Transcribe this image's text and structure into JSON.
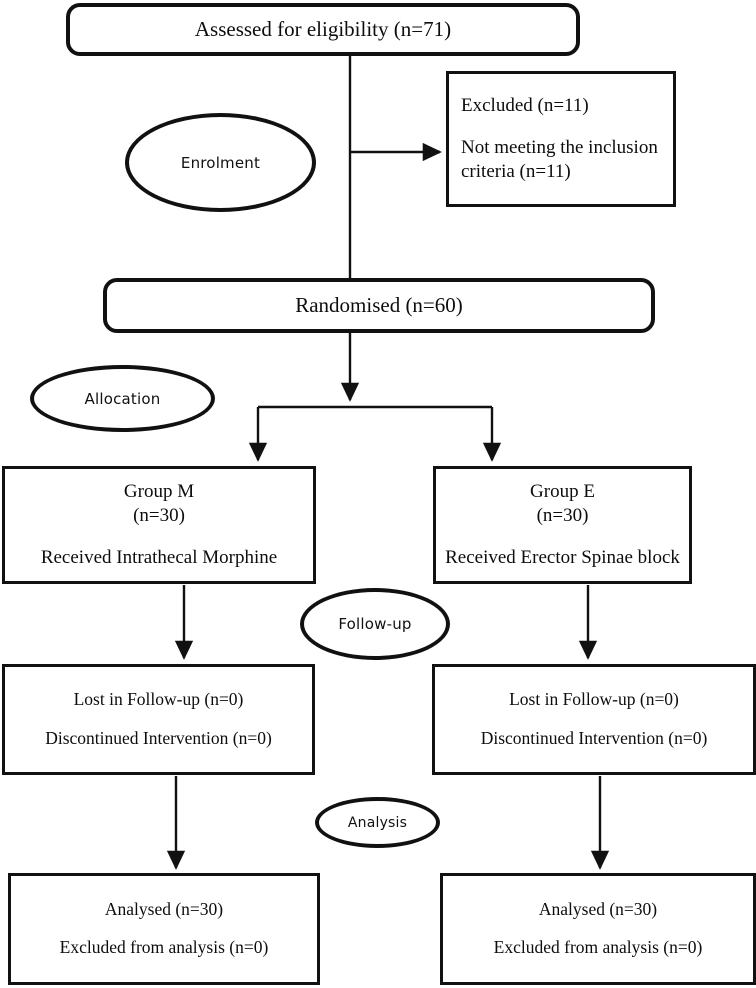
{
  "diagram": {
    "title": "CONSORT participant flow diagram",
    "type": "flowchart",
    "stroke_color": "#111111",
    "background_color": "#ffffff",
    "stages": [
      {
        "key": "enrolment",
        "label": "Enrolment"
      },
      {
        "key": "allocation",
        "label": "Allocation"
      },
      {
        "key": "followup",
        "label": "Follow-up"
      },
      {
        "key": "analysis",
        "label": "Analysis"
      }
    ]
  },
  "nodes": {
    "assessed": {
      "line1": "Assessed for eligibility (n=71)"
    },
    "excluded": {
      "line1": "Excluded (n=11)",
      "line2": "Not meeting the inclusion",
      "line3": "criteria (n=11)"
    },
    "randomised": {
      "line1": "Randomised (n=60)"
    },
    "group_m": {
      "line1": "Group M",
      "line2": "(n=30)",
      "line3": "Received Intrathecal Morphine"
    },
    "group_e": {
      "line1": "Group E",
      "line2": "(n=30)",
      "line3": "Received Erector Spinae block"
    },
    "lost_left": {
      "line1": "Lost in Follow-up (n=0)",
      "line2": "Discontinued Intervention (n=0)"
    },
    "lost_right": {
      "line1": "Lost in Follow-up (n=0)",
      "line2": "Discontinued Intervention (n=0)"
    },
    "analysed_left": {
      "line1": "Analysed (n=30)",
      "line2": "Excluded from analysis (n=0)"
    },
    "analysed_right": {
      "line1": "Analysed (n=30)",
      "line2": "Excluded from analysis (n=0)"
    }
  },
  "stage_labels": {
    "enrolment": "Enrolment",
    "allocation": "Allocation",
    "followup": "Follow-up",
    "analysis": "Analysis"
  },
  "chart_data": {
    "type": "flow",
    "title": "CONSORT participant flow diagram",
    "counts": {
      "assessed_for_eligibility": 71,
      "excluded_total": 11,
      "excluded_not_meeting_inclusion_criteria": 11,
      "randomised": 60,
      "group_m_allocated": 30,
      "group_e_allocated": 30,
      "group_m_lost_in_followup": 0,
      "group_m_discontinued_intervention": 0,
      "group_e_lost_in_followup": 0,
      "group_e_discontinued_intervention": 0,
      "group_m_analysed": 30,
      "group_m_excluded_from_analysis": 0,
      "group_e_analysed": 30,
      "group_e_excluded_from_analysis": 0
    },
    "arms": [
      "Group M",
      "Group E"
    ],
    "arm_interventions": [
      "Received Intrathecal Morphine",
      "Received Erector Spinae block"
    ]
  }
}
